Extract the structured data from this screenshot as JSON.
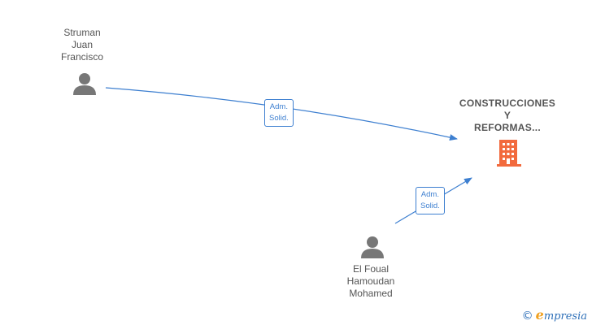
{
  "nodes": {
    "person1": {
      "line1": "Struman",
      "line2": "Juan",
      "line3": "Francisco"
    },
    "person2": {
      "line1": "El Foual",
      "line2": "Hamoudan",
      "line3": "Mohamed"
    },
    "company": {
      "line1": "CONSTRUCCIONES",
      "line2": "Y",
      "line3": "REFORMAS..."
    }
  },
  "edges": {
    "edge1": {
      "line1": "Adm.",
      "line2": "Solid."
    },
    "edge2": {
      "line1": "Adm.",
      "line2": "Solid."
    }
  },
  "watermark": {
    "copyright": "©",
    "brand_initial": "e",
    "brand_rest": "mpresia"
  },
  "colors": {
    "edge": "#3d7fd0",
    "person_icon": "#777777",
    "building_icon": "#f26a3d",
    "label_text": "#555555"
  },
  "icons": {
    "person": "person-icon",
    "company": "building-icon"
  }
}
